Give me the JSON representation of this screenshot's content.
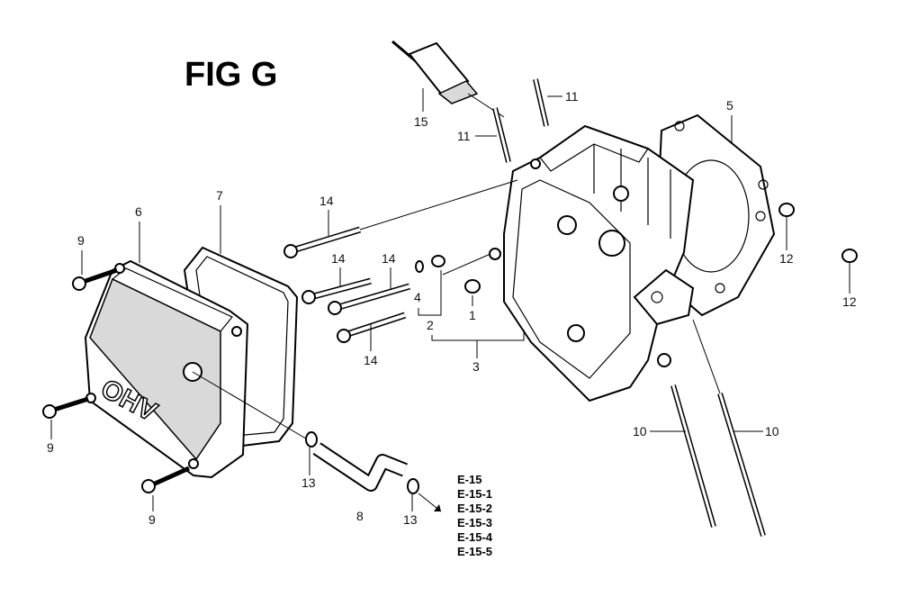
{
  "figure": {
    "title": "FIG G"
  },
  "callouts": {
    "c1": "1",
    "c2": "2",
    "c3": "3",
    "c4": "4",
    "c5": "5",
    "c6": "6",
    "c7": "7",
    "c8": "8",
    "c9a": "9",
    "c9b": "9",
    "c9c": "9",
    "c10a": "10",
    "c10b": "10",
    "c11a": "11",
    "c11b": "11",
    "c12a": "12",
    "c12b": "12",
    "c13a": "13",
    "c13b": "13",
    "c14a": "14",
    "c14b": "14",
    "c14c": "14",
    "c14d": "14",
    "c15": "15"
  },
  "cover_lettering": "OHV",
  "references": [
    "E-15",
    "E-15-1",
    "E-15-2",
    "E-15-3",
    "E-15-4",
    "E-15-5"
  ]
}
